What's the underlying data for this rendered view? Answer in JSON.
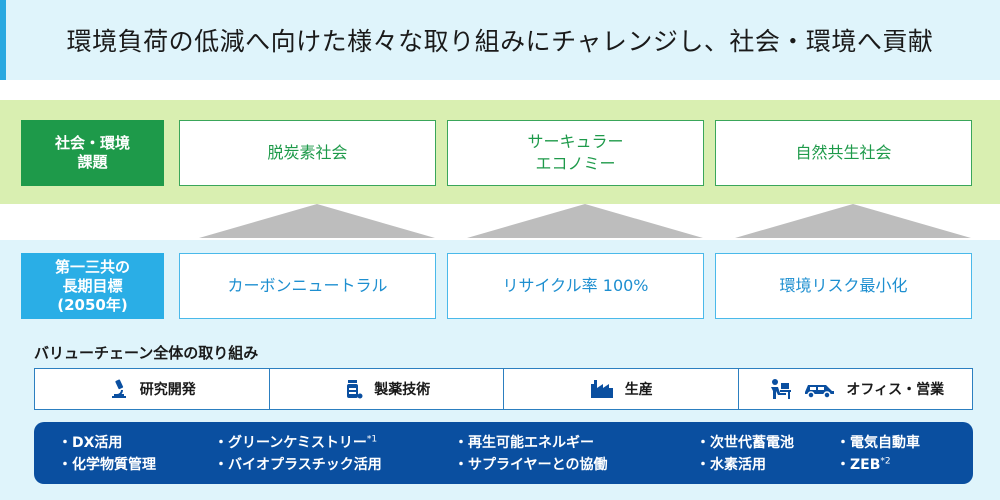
{
  "header": {
    "title": "環境負荷の低減へ向けた様々な取り組みにチャレンジし、社会・環境へ貢献"
  },
  "issues": {
    "label": "社会・環境\n課題",
    "items": [
      "脱炭素社会",
      "サーキュラー\nエコノミー",
      "自然共生社会"
    ]
  },
  "goals": {
    "label": "第一三共の\n長期目標\n(2050年)",
    "items": [
      "カーボンニュートラル",
      "リサイクル率 100%",
      "環境リスク最小化"
    ]
  },
  "value_chain": {
    "title": "バリューチェーン全体の取り組み",
    "domains": [
      {
        "label": "研究開発",
        "icon": "microscope-icon"
      },
      {
        "label": "製薬技術",
        "icon": "medicine-bottle-icon"
      },
      {
        "label": "生産",
        "icon": "factory-icon"
      },
      {
        "label": "オフィス・営業",
        "icon": "office-worker-icon"
      }
    ]
  },
  "initiatives": {
    "col1": [
      "・DX活用",
      "・化学物質管理"
    ],
    "col2": [
      "・グリーンケミストリー",
      "・バイオプラスチック活用"
    ],
    "col2_note": "*1",
    "col3": [
      "・再生可能エネルギー",
      "・サプライヤーとの協働"
    ],
    "col4": [
      "・次世代蓄電池",
      "・水素活用"
    ],
    "col5": [
      "・電気自動車",
      "・ZEB"
    ],
    "col5_note": "*2"
  },
  "colors": {
    "issues_accent": "#1e9a4a",
    "goals_accent": "#2aaee6",
    "initiatives_bg": "#0a4fa0",
    "header_bg": "#dff4fb"
  }
}
